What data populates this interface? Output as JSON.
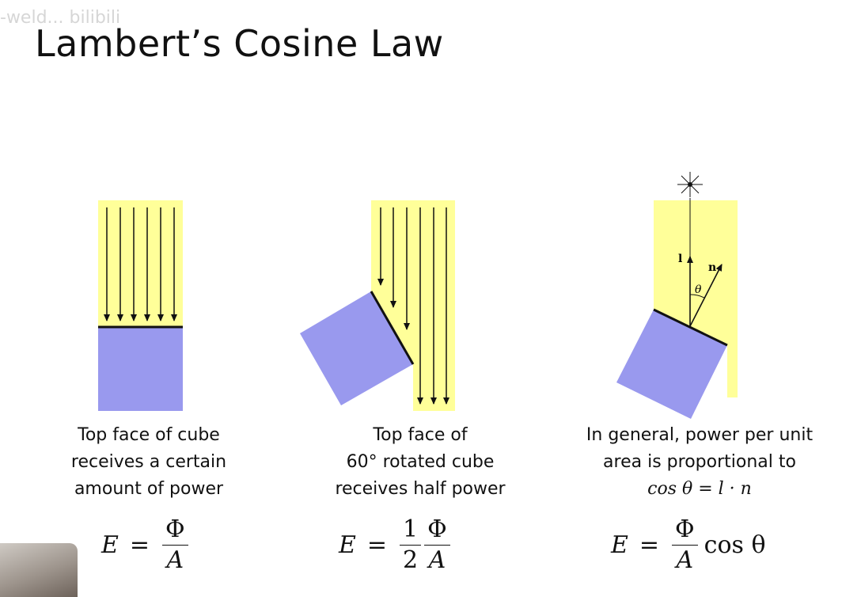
{
  "watermark": "-weld... bilibili",
  "title": "Lambert’s Cosine Law",
  "panels": [
    {
      "caption_lines": [
        "Top face of cube",
        "receives a certain",
        "amount of power"
      ],
      "formula": {
        "lhs": "E",
        "eq": "=",
        "num": "Φ",
        "den": "A"
      }
    },
    {
      "caption_lines": [
        "Top face of",
        "60° rotated cube",
        "receives half power"
      ],
      "formula": {
        "lhs": "E",
        "eq": "=",
        "coef_num": "1",
        "coef_den": "2",
        "num": "Φ",
        "den": "A"
      }
    },
    {
      "caption_lines": [
        "In general, power per unit",
        "area is proportional to"
      ],
      "caption_math": "cos θ = l · n",
      "formula": {
        "lhs": "E",
        "eq": "=",
        "num": "Φ",
        "den": "A",
        "tail": "cos θ"
      },
      "labels": {
        "l": "l",
        "n": "n",
        "theta": "θ"
      }
    }
  ],
  "colors": {
    "light": "#ffff99",
    "cube": "#9999ee",
    "ink": "#111111"
  }
}
